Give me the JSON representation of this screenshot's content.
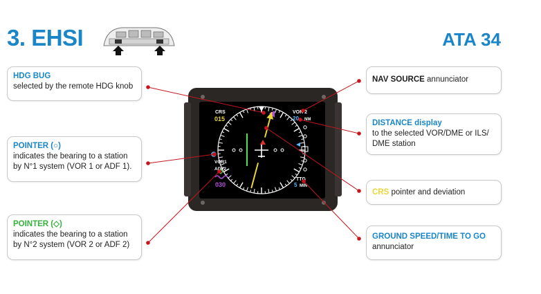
{
  "header": {
    "title": "3. EHSI",
    "ata": "ATA 34"
  },
  "callouts": {
    "hdg_bug": {
      "title": "HDG BUG",
      "text": "selected by the remote HDG knob"
    },
    "pointer1": {
      "title": "POINTER (○)",
      "text": "indicates the bearing to a station by N°1 system (VOR 1 or ADF 1)."
    },
    "pointer2": {
      "title": "POINTER (◇)",
      "text": "indicates the bearing to a station by N°2 system (VOR 2 or ADF 2)"
    },
    "nav_source": {
      "title": "NAV SOURCE",
      "text": " annunciator"
    },
    "distance": {
      "title": "DISTANCE display",
      "text": "to the selected VOR/DME or ILS/ DME station"
    },
    "crs": {
      "title": "CRS",
      "text": " pointer and deviation"
    },
    "ground_speed": {
      "title": "GROUND SPEED/TIME TO GO",
      "text": "annunciator"
    }
  },
  "display": {
    "crs_label": "CRS",
    "crs_value": "015",
    "nav_source": "VOR 2",
    "distance_value": "20.",
    "distance_unit": "NM",
    "vor1": "VOR1",
    "adf2": "ADF2",
    "hdg_value": "030",
    "ttg_label": "TTG",
    "ttg_value": "5",
    "ttg_unit": "MIN",
    "colors": {
      "yellow": "#e8d63a",
      "magenta": "#b04fd8",
      "cyan": "#5fb8ff",
      "green": "#5cd65c",
      "red": "#e03030",
      "leader": "#c4161c",
      "title_blue": "#1a86c8"
    }
  }
}
